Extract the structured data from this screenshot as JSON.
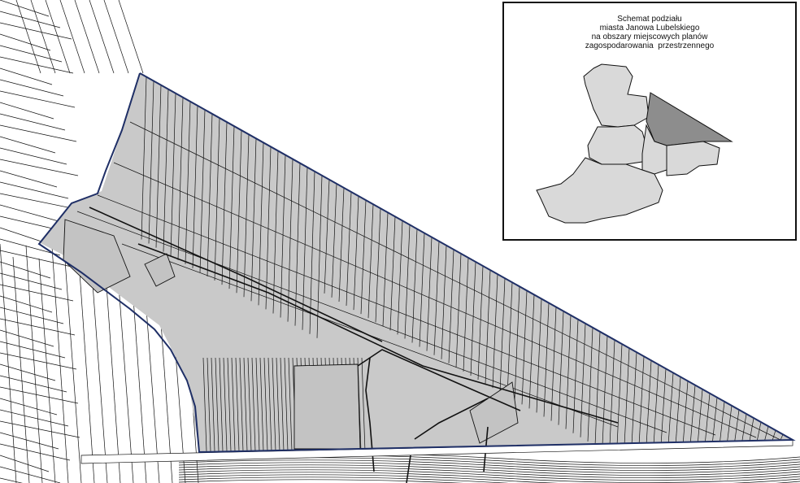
{
  "inset": {
    "title_lines": [
      "Schemat podziału",
      "miasta Janowa Lubelskiego",
      "na obszary miejscowych planów",
      "zagospodarowania  przestrzennego"
    ]
  },
  "colors": {
    "parcel_fill": "#c9c9c9",
    "plan_boundary": "#1f2f66",
    "highlight_district": "#8d8d8d",
    "district_fill": "#d9d9d9",
    "linework": "#111111"
  }
}
